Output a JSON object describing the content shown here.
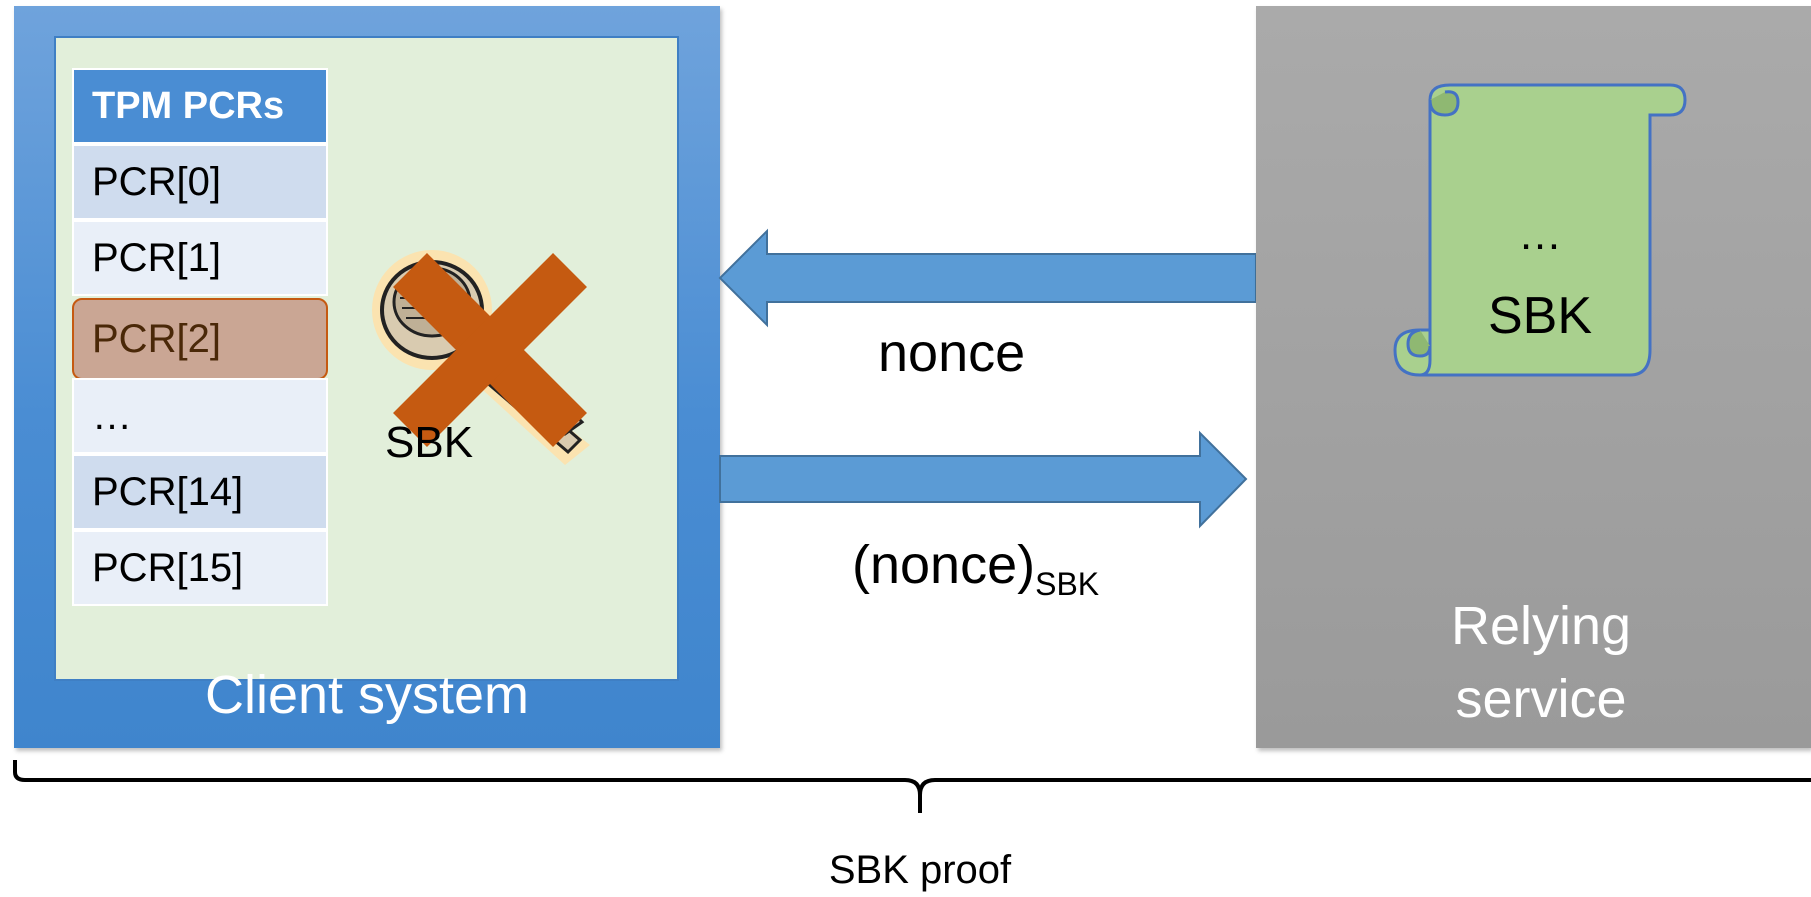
{
  "client": {
    "label": "Client system",
    "table": {
      "header": "TPM PCRs",
      "rows": [
        "PCR[0]",
        "PCR[1]",
        "PCR[2]",
        "…",
        "PCR[14]",
        "PCR[15]"
      ],
      "highlighted_row": "PCR[2]"
    },
    "key_label": "SBK",
    "key_icon": "key-icon",
    "crossed_out": true
  },
  "arrows": {
    "nonce_label": "nonce",
    "signed_label": "(nonce)",
    "signed_subscript": "SBK"
  },
  "relying": {
    "label_line1": "Relying",
    "label_line2": "service",
    "scroll_line1": "…",
    "scroll_line2": "SBK"
  },
  "proof_label": "SBK proof",
  "colors": {
    "client_blue": "#4a8dd3",
    "inner_green": "#e2efda",
    "arrow_blue": "#5b9bd5",
    "highlight_orange": "#c55a11",
    "relying_gray": "#a6a6a6",
    "scroll_green": "#a9d08e"
  }
}
